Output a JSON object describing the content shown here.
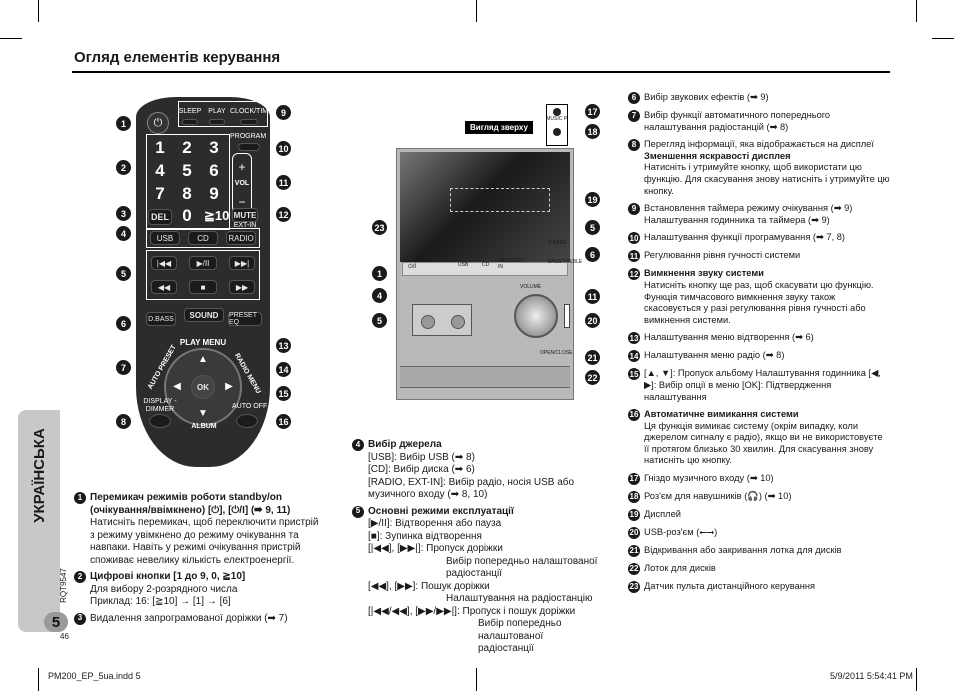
{
  "header": {
    "title": "Огляд елементів керування"
  },
  "side": {
    "language": "УКРАЇНСЬКА",
    "page_number": "5",
    "code": "RQT9547",
    "sub_page": "46"
  },
  "remote": {
    "top_buttons": [
      "SLEEP",
      "PLAY",
      "CLOCK/TIMER"
    ],
    "program": "PROGRAM",
    "digits": [
      "1",
      "2",
      "3",
      "4",
      "5",
      "6",
      "7",
      "8",
      "9",
      "0",
      "≧10"
    ],
    "del": "DEL",
    "vol": "VOL",
    "mute": "MUTE",
    "extin": "EXT-IN",
    "usb": "USB",
    "cd": "CD",
    "radio": "RADIO",
    "dbass": "D.BASS",
    "sound": "SOUND",
    "preset_eq": "PRESET EQ",
    "play_menu": "PLAY MENU",
    "auto_preset": "AUTO PRESET",
    "radio_menu": "RADIO MENU",
    "ok": "OK",
    "display_dimmer": "DISPLAY -DIMMER",
    "album": "ALBUM",
    "auto_off": "AUTO OFF"
  },
  "callouts_left": [
    "1",
    "2",
    "3",
    "4",
    "5",
    "6",
    "7",
    "8"
  ],
  "callouts_right": [
    "9",
    "10",
    "11",
    "12",
    "13",
    "14",
    "15",
    "16"
  ],
  "unit": {
    "label": "Вигляд зверху",
    "music_p": "MUSIC P.",
    "volume": "VOLUME",
    "open_close": "OPEN/CLOSE",
    "buttons": [
      "USB",
      "CD",
      "RADIO/EXT-IN",
      "D.BASS",
      "BASS/TREBLE"
    ],
    "callouts": [
      "17",
      "18",
      "19",
      "23",
      "5",
      "6",
      "1",
      "4",
      "11",
      "5",
      "20",
      "21",
      "22"
    ]
  },
  "col1": {
    "i1_num": "1",
    "i1_title": "Перемикач режимів роботи standby/on (очікування/ввімкнено) [⏻], [⏻/I] (➡ 9, 11)",
    "i1_text": "Натисніть перемикач, щоб переключити пристрій з режиму увімкнено до режиму очікування та навпаки. Навіть у режимі очікування пристрій споживає невелику кількість електроенергії.",
    "i2_num": "2",
    "i2_title": "Цифрові кнопки [1 до 9, 0, ≧10]",
    "i2_text1": "Для вибору 2-розрядного числа",
    "i2_text2": "Приклад: 16: [≧10] → [1] → [6]",
    "i3_num": "3",
    "i3_text": "Видалення запрограмованої доріжки (➡ 7)"
  },
  "col2": {
    "i4_num": "4",
    "i4_title": "Вибір джерела",
    "i4_l1": "[USB]: Вибір USB (➡ 8)",
    "i4_l2": "[CD]: Вибір диска (➡ 6)",
    "i4_l3": "[RADIO, EXT-IN]: Вибір радіо, носія USB або музичного входу (➡ 8, 10)",
    "i5_num": "5",
    "i5_title": "Основні режими експлуатації",
    "i5_l1": "[▶/II]: Відтворення або пауза",
    "i5_l2": "[■]: Зупинка відтворення",
    "i5_l3": "[|◀◀], [▶▶|]: Пропуск доріжки",
    "i5_l3b": "Вибір попередньо налаштованої радіостанції",
    "i5_l4": "[◀◀], [▶▶]: Пошук доріжки",
    "i5_l4b": "Налаштування на радіостанцію",
    "i5_l5": "[|◀◀/◀◀], [▶▶/▶▶|]: Пропуск і пошук доріжки",
    "i5_l5b": "Вибір попередньо налаштованої радіостанції"
  },
  "col3": {
    "items": [
      {
        "n": "6",
        "t": "Вибір звукових ефектів (➡ 9)"
      },
      {
        "n": "7",
        "t": "Вибір функції автоматичного попереднього налаштування радіостанцій (➡ 8)"
      },
      {
        "n": "8",
        "t": "Перегляд інформації, яка відображається на дисплеї",
        "b": "Зменшення яскравості дисплея",
        "x": "Натисніть і утримуйте кнопку, щоб використати цю функцію. Для скасування знову натисніть і утримуйте цю кнопку."
      },
      {
        "n": "9",
        "t": "Встановлення таймера режиму очікування (➡ 9) Налаштування годинника та таймера (➡ 9)"
      },
      {
        "n": "10",
        "t": "Налаштування функції програмування (➡ 7, 8)"
      },
      {
        "n": "11",
        "t": "Регулювання рівня гучності системи"
      },
      {
        "n": "12",
        "b": "Вимкнення звуку системи",
        "x": "Натисніть кнопку ще раз, щоб скасувати цю функцію. Функція тимчасового вимкнення звуку також скасовується у разі регулювання рівня гучності або вимкнення системи."
      },
      {
        "n": "13",
        "t": "Налаштування меню відтворення (➡ 6)"
      },
      {
        "n": "14",
        "t": "Налаштування меню радіо (➡ 8)"
      },
      {
        "n": "15",
        "t": "[▲, ▼]: Пропуск альбому Налаштування годинника [◀, ▶]: Вибір опції в меню [OK]: Підтвердження налаштування"
      },
      {
        "n": "16",
        "b": "Автоматичне вимикання системи",
        "x": "Ця функція вимикає систему (окрім випадку, коли джерелом сигналу є радіо), якщо ви не використовуєте її протягом близько 30 хвилин. Для скасування знову натисніть цю кнопку."
      },
      {
        "n": "17",
        "t": "Гніздо музичного входу (➡ 10)"
      },
      {
        "n": "18",
        "t": "Роз'єм для навушників (🎧) (➡ 10)"
      },
      {
        "n": "19",
        "t": "Дисплей"
      },
      {
        "n": "20",
        "t": "USB-роз'єм (⭠⭢)"
      },
      {
        "n": "21",
        "t": "Відкривання або закривання лотка для дисків"
      },
      {
        "n": "22",
        "t": "Лоток для дисків"
      },
      {
        "n": "23",
        "t": "Датчик пульта дистанційного керування"
      }
    ]
  },
  "footer": {
    "file": "PM200_EP_5ua.indd   5",
    "date": "5/9/2011   5:54:41 PM"
  }
}
